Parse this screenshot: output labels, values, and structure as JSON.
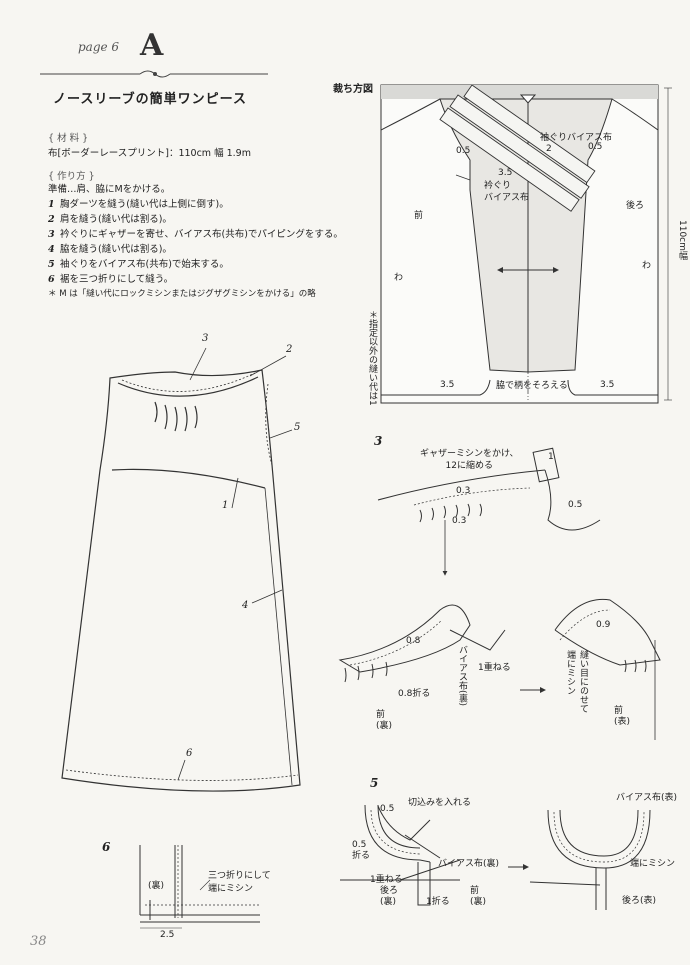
{
  "header": {
    "page_label": "page 6",
    "pattern_letter": "A"
  },
  "title": "ノースリーブの簡単ワンピース",
  "materials": {
    "heading": "{ 材 料 }",
    "line": "布[ボーダーレースプリント]：110cm 幅 1.9m"
  },
  "method": {
    "heading": "{ 作り方 }",
    "prep": "準備…肩、脇にMをかける。",
    "steps": [
      {
        "n": "1",
        "text": "胸ダーツを縫う(縫い代は上側に倒す)。"
      },
      {
        "n": "2",
        "text": "肩を縫う(縫い代は割る)。"
      },
      {
        "n": "3",
        "text": "衿ぐりにギャザーを寄せ、バイアス布(共布)でパイピングをする。"
      },
      {
        "n": "4",
        "text": "脇を縫う(縫い代は割る)。"
      },
      {
        "n": "5",
        "text": "袖ぐりをバイアス布(共布)で始末する。"
      },
      {
        "n": "6",
        "text": "裾を三つ折りにして縫う。"
      }
    ],
    "note": "＊ M は「縫い代にロックミシンまたはジグザグミシンをかける」の略"
  },
  "dress_callouts": [
    "3",
    "2",
    "5",
    "1",
    "4",
    "6"
  ],
  "cutting_layout": {
    "heading": "裁ち方図",
    "front": "前",
    "back": "後ろ",
    "fold_left": "わ",
    "fold_right": "わ",
    "sleeve_bias": "袖ぐりバイアス布",
    "sleeve_bias_count": "2",
    "neck_bias": "衿ぐり\nバイアス布",
    "val_35": "3.5",
    "seam_05_left": "0.5",
    "seam_05_right": "0.5",
    "hem_left": "3.5",
    "hem_right": "3.5",
    "align_note": "脇で柄をそろえる",
    "width_label": "110cm幅",
    "seam_note": "＊指定以外の縫い代は1"
  },
  "diagram3": {
    "num": "3",
    "gather_note": "ギャザーミシンをかけ、\n12に縮める",
    "v03a": "0.3",
    "v03b": "0.3",
    "v1": "1",
    "v05": "0.5",
    "v08": "0.8",
    "fold08": "0.8折る",
    "overlap": "1重ねる",
    "bias_back": "バイアス布(裏)",
    "front_back": "前\n(裏)",
    "v09": "0.9",
    "stitch_note": "縫い目にのせて\n端にミシン",
    "front_back2": "前\n(表)"
  },
  "diagram5": {
    "num": "5",
    "clip": "切込みを入れる",
    "v05a": "0.5",
    "v05fold": "0.5\n折る",
    "bias_back": "バイアス布(裏)",
    "overlap": "1重ねる",
    "fold1": "1折る",
    "back_ura": "後ろ\n(裏)",
    "front_ura": "前\n(裏)",
    "bias_front": "バイアス布(表)",
    "edge_stitch": "端にミシン",
    "back_front": "後ろ(表)"
  },
  "diagram6": {
    "num": "6",
    "ura": "(裏)",
    "note": "三つ折りにして\n端にミシン",
    "v25": "2.5"
  },
  "page_number": "38"
}
